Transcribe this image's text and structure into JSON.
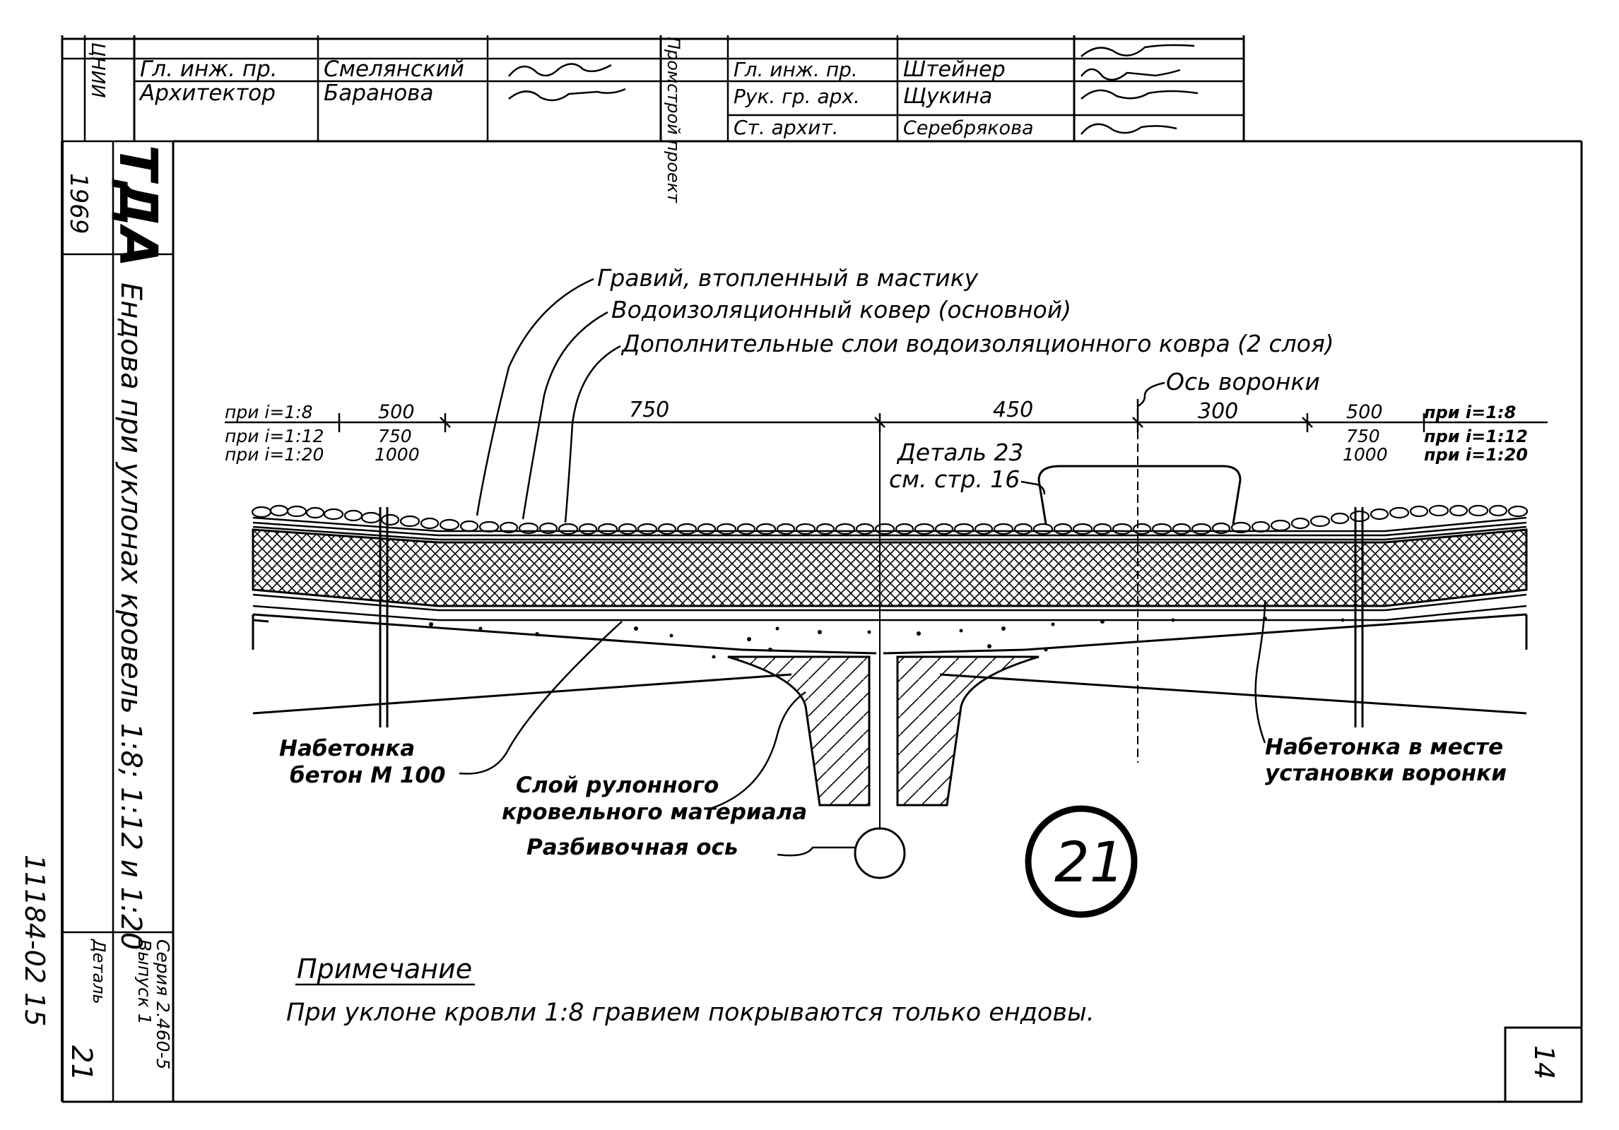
{
  "stamp_top": {
    "rows_left": [
      {
        "role": "Гл. инж. пр.",
        "name": "Смелянский"
      },
      {
        "role": "Архитектор",
        "name": "Баранова"
      }
    ],
    "rows_right": [
      {
        "role": "Гл. инж. пр.",
        "name": "Штейнер"
      },
      {
        "role": "Рук. гр. арх.",
        "name": "Щукина"
      },
      {
        "role": "Ст. архит.",
        "name": "Серебрякова"
      }
    ],
    "org_vertical": "Промстрой проект",
    "left_edge_vertical": "ЦНИИ"
  },
  "title_block": {
    "emblem": "ТДА",
    "year": "1969",
    "title": "Ендова при уклонах кровель 1:8; 1:12 и 1:20",
    "series": "Серия 2.460-5",
    "issue": "Выпуск 1",
    "detail_label": "Деталь",
    "detail_no": "21",
    "doc_number": "11184-02  15"
  },
  "drawing": {
    "labels": {
      "gravel": "Гравий, втопленный в мастику",
      "carpet_main": "Водоизоляционный ковер (основной)",
      "carpet_extra": "Дополнительные слои водоизоляционного ковра (2 слоя)",
      "funnel_axis": "Ось воронки",
      "detail_ref_1": "Деталь 23",
      "detail_ref_2": "см. стр. 16",
      "concrete_1": "Набетонка",
      "concrete_2": "бетон М 100",
      "roll_1": "Слой рулонного",
      "roll_2": "кровельного материала",
      "axis": "Разбивочная ось",
      "concrete_funnel_1": "Набетонка в месте",
      "concrete_funnel_2": "установки воронки"
    },
    "dims_left": {
      "s1": "при i=1:8",
      "s2": "при i=1:12",
      "s3": "при i=1:20",
      "d1a": "500",
      "d1b": "750",
      "d1c": "1000",
      "d2": "750"
    },
    "dims_right": {
      "d1": "450",
      "d2": "300",
      "d3a": "500",
      "d3b": "750",
      "d3c": "1000",
      "s1": "при i=1:8",
      "s2": "при i=1:12",
      "s3": "при i=1:20"
    },
    "detail_mark": "21"
  },
  "note": {
    "heading": "Примечание",
    "text": "При уклоне кровли 1:8 гравием покрываются только ендовы."
  },
  "sheet_number": "14"
}
